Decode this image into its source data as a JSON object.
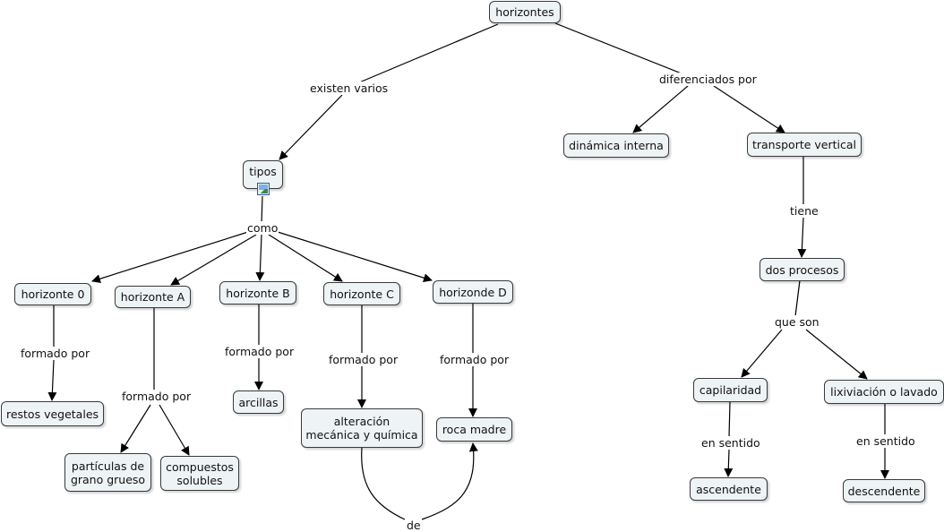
{
  "concepts": {
    "horizontes": "horizontes",
    "tipos": "tipos",
    "dinamica_interna": "dinámica interna",
    "transporte_vertical": "transporte vertical",
    "horizonte_0": "horizonte 0",
    "horizonte_a": "horizonte A",
    "horizonte_b": "horizonte B",
    "horizonte_c": "horizonte C",
    "horizonde_d": "horizonde D",
    "restos_vegetales": "restos vegetales",
    "particulas": "partículas de grano grueso",
    "compuestos": "compuestos solubles",
    "arcillas": "arcillas",
    "alteracion": "alteración mecánica y química",
    "roca_madre": "roca madre",
    "dos_procesos": "dos procesos",
    "capilaridad": "capilaridad",
    "lixiviacion": "lixiviación o lavado",
    "ascendente": "ascendente",
    "descendente": "descendente"
  },
  "links": {
    "existen_varios": "existen varios",
    "diferenciados_por": "diferenciados por",
    "como": "como",
    "formado_por_0": "formado por",
    "formado_por_a": "formado por",
    "formado_por_b": "formado por",
    "formado_por_c": "formado por",
    "formado_por_d": "formado por",
    "tiene": "tiene",
    "que_son": "que son",
    "en_sentido_1": "en sentido",
    "en_sentido_2": "en sentido",
    "de": "de"
  },
  "icons": {
    "tipos_attachment": "image-icon"
  }
}
